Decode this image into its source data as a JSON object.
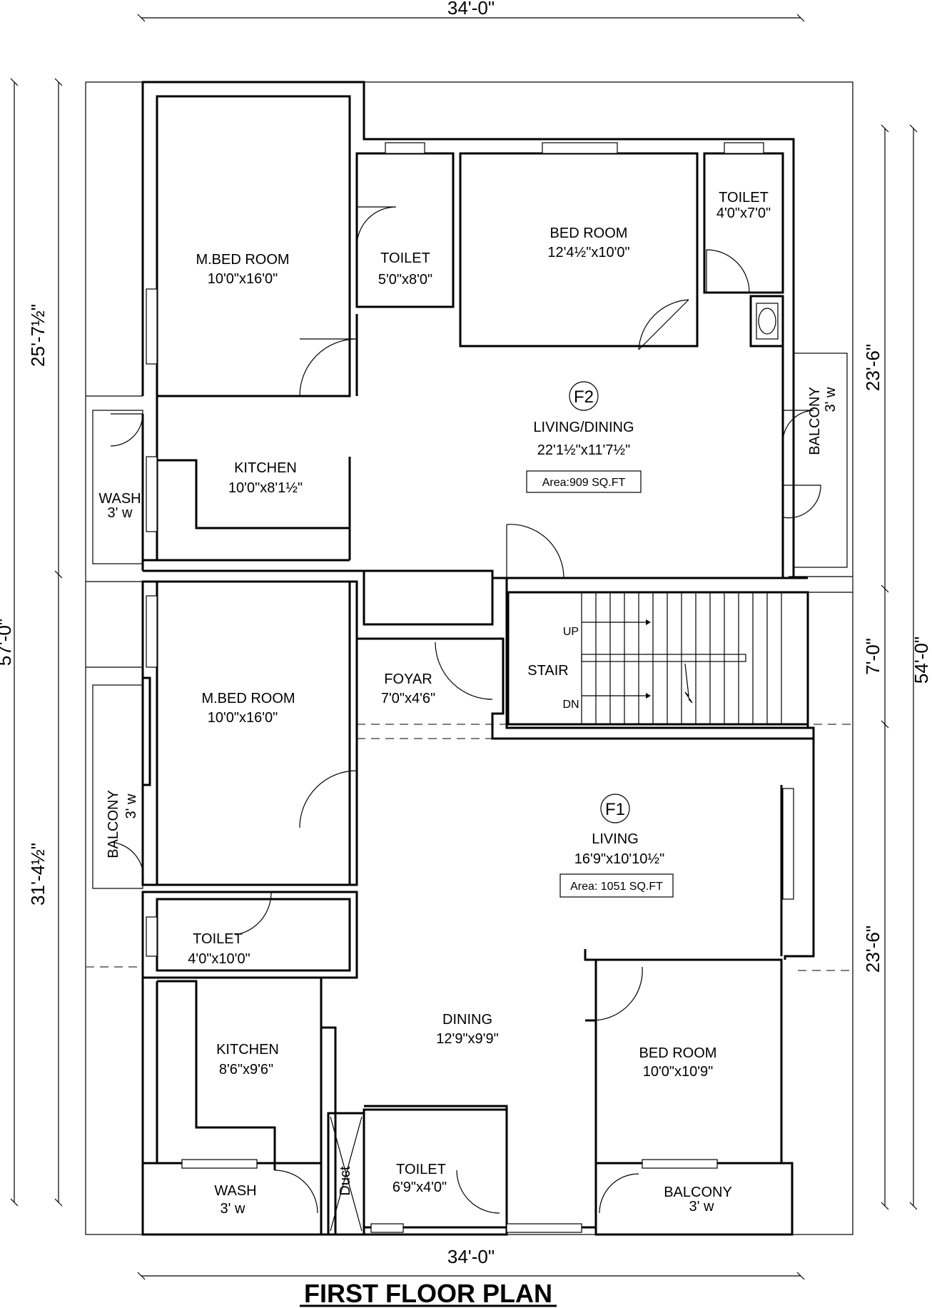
{
  "title": "FIRST FLOOR PLAN",
  "dimensions": {
    "top": "34'-0\"",
    "bottom": "34'-0\"",
    "left_total": "57'-0\"",
    "left_upper": "25'-7½\"",
    "left_lower": "31'-4½\"",
    "right_total": "54'-0\"",
    "right_upper": "23'-6\"",
    "right_middle": "7'-0\"",
    "right_lower": "23'-6\""
  },
  "flats": [
    {
      "id": "F2",
      "area": "Area:909 SQ.FT"
    },
    {
      "id": "F1",
      "area": "Area: 1051 SQ.FT"
    }
  ],
  "rooms": {
    "f2_mbed": {
      "name": "M.BED ROOM",
      "size": "10'0\"x16'0\""
    },
    "f2_toilet_a": {
      "name": "TOILET",
      "size": "5'0\"x8'0\""
    },
    "f2_bed": {
      "name": "BED ROOM",
      "size": "12'4½\"x10'0\""
    },
    "f2_toilet_b": {
      "name": "TOILET",
      "size": "4'0\"x7'0\""
    },
    "f2_living": {
      "name": "LIVING/DINING",
      "size": "22'1½\"x11'7½\""
    },
    "f2_kitchen": {
      "name": "KITCHEN",
      "size": "10'0\"x8'1½\""
    },
    "f2_wash": {
      "name": "WASH",
      "size": "3' w"
    },
    "f2_balcony": {
      "name": "BALCONY",
      "size": "3' w"
    },
    "stair": {
      "name": "STAIR",
      "up": "UP",
      "dn": "DN"
    },
    "foyar": {
      "name": "FOYAR",
      "size": "7'0\"x4'6\""
    },
    "f1_mbed": {
      "name": "M.BED ROOM",
      "size": "10'0\"x16'0\""
    },
    "f1_balcony_l": {
      "name": "BALCONY",
      "size": "3' w"
    },
    "f1_living": {
      "name": "LIVING",
      "size": "16'9\"x10'10½\""
    },
    "f1_toilet_a": {
      "name": "TOILET",
      "size": "4'0\"x10'0\""
    },
    "f1_dining": {
      "name": "DINING",
      "size": "12'9\"x9'9\""
    },
    "f1_kitchen": {
      "name": "KITCHEN",
      "size": "8'6\"x9'6\""
    },
    "f1_bed": {
      "name": "BED ROOM",
      "size": "10'0\"x10'9\""
    },
    "f1_toilet_b": {
      "name": "TOILET",
      "size": "6'9\"x4'0\""
    },
    "f1_wash": {
      "name": "WASH",
      "size": "3' w"
    },
    "f1_balcony_b": {
      "name": "BALCONY",
      "size": "3' w"
    },
    "duct": {
      "name": "Duct"
    }
  }
}
